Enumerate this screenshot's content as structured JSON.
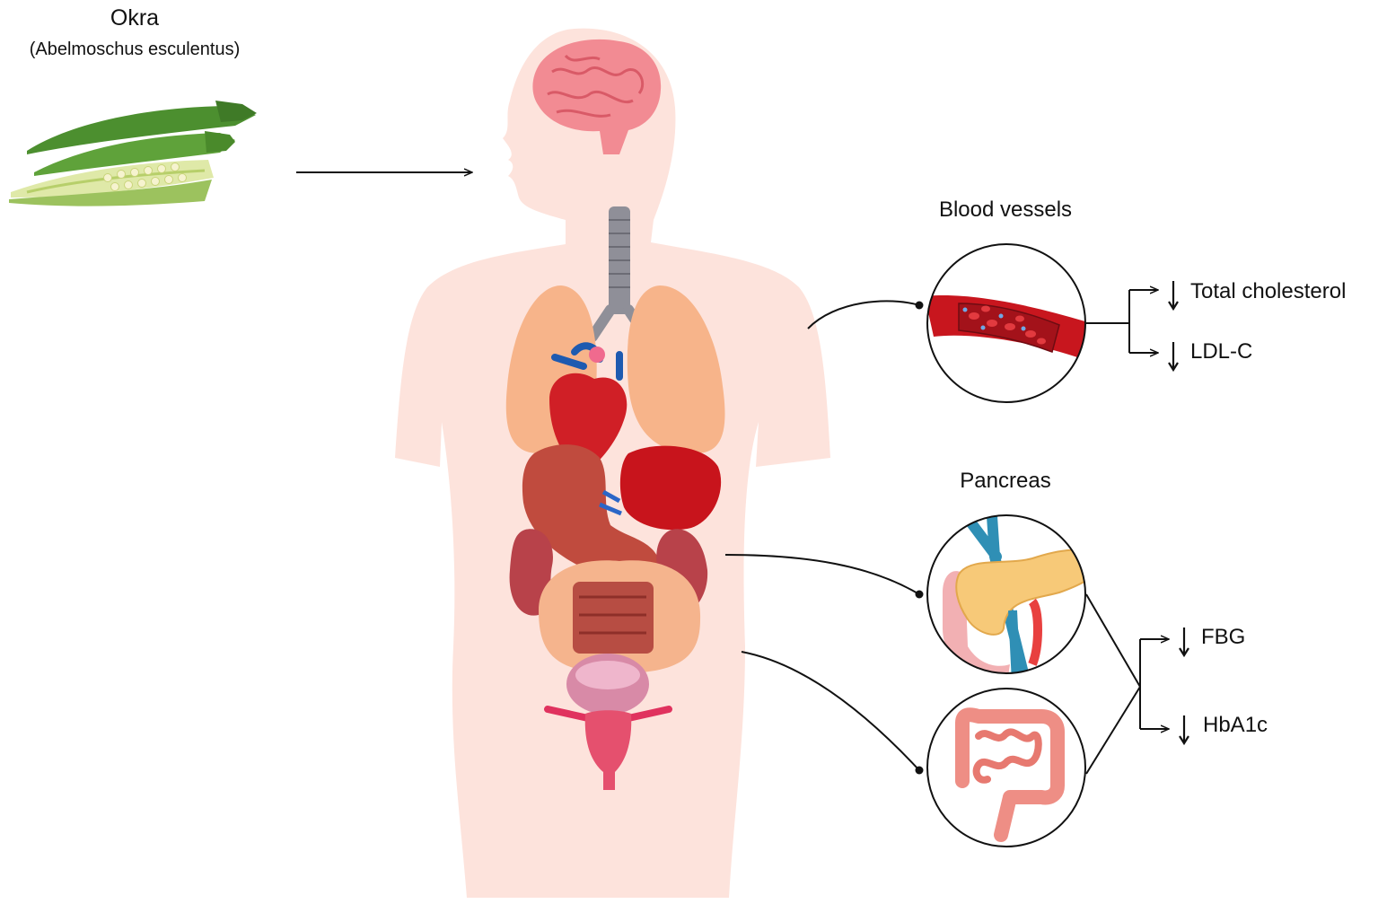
{
  "header": {
    "okra_name": "Okra",
    "okra_scientific_name": "(Abelmoschus esculentus)"
  },
  "panels": {
    "blood_vessels": {
      "title": "Blood vessels",
      "effects": [
        "Total cholesterol",
        "LDL-C"
      ]
    },
    "pancreas": {
      "title": "Pancreas",
      "effects": [
        "FBG",
        "HbA1c"
      ]
    }
  },
  "icons": [
    "okra-icon",
    "human-body-icon",
    "brain-icon",
    "trachea-icon",
    "lungs-icon",
    "heart-icon",
    "stomach-icon",
    "liver-icon",
    "kidney-icon",
    "intestine-icon",
    "bladder-icon",
    "uterus-icon",
    "blood-vessel-icon",
    "pancreas-icon",
    "colon-icon",
    "down-arrow-icon"
  ],
  "colors": {
    "body": "#fde3dc",
    "line": "#111111",
    "blood": "#d8202a",
    "pancreas": "#f7c978",
    "intestine": "#ee8e85"
  }
}
